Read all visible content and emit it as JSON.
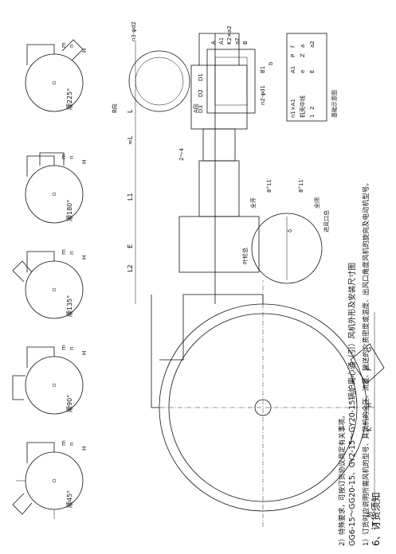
{
  "page": {
    "section_title": "6、订货须知",
    "caption": "GG6-15～GG20-15、GY2-15～GY20-15锅炉离心通（引）风机外形及安装尺寸图",
    "notes": [
      "1）订货时应说明所需风机的型号、其风机的全压、流量、输送的介质密度或温度、出风口角度风机的旋向及电动机型号。",
      "2）特殊要求，可按订货协议商定有关事项。"
    ]
  },
  "angles": [
    {
      "label": "顺45°"
    },
    {
      "label": "顺90°"
    },
    {
      "label": "顺135°"
    },
    {
      "label": "顺180°"
    },
    {
      "label": "顺225°"
    }
  ],
  "small_dims": {
    "H": "H",
    "m": "m",
    "n": "n"
  },
  "main_dims": {
    "M": "M",
    "K": "K",
    "H": "H",
    "F": "F",
    "G": "G",
    "L": "L",
    "approx_L": "≈L",
    "L1": "L1",
    "L2": "L2",
    "E": "E",
    "gap": "2～4",
    "A_dir": "A"
  },
  "flange": {
    "b_dir": "B向",
    "n3": "n3-φd2",
    "d3": "D3",
    "d2": "D2",
    "d1": "D1",
    "a_dir": "A向",
    "n2": "n2-φd1",
    "a": "A",
    "a1": "A1",
    "k2xa2": "K2×a2",
    "a2": "a2",
    "b": "B",
    "b1": "B1",
    "b2": "b",
    "base_a": "a",
    "base_label": "基础示意图",
    "n1": "n1×A1",
    "motor_axis": "机壳中线",
    "base_A1": "A1",
    "e": "e",
    "p": "P",
    "z": "Z",
    "f": "f",
    "base_a2": "a2",
    "base_e": "E",
    "x1": "1",
    "x2": "2"
  },
  "vane": {
    "blade": "叶轮总",
    "inlet": "进风口总",
    "full_open": "全开",
    "full_close": "全闭",
    "delta": "δ",
    "ang1": "8°11′",
    "ang2": "8°11′"
  }
}
